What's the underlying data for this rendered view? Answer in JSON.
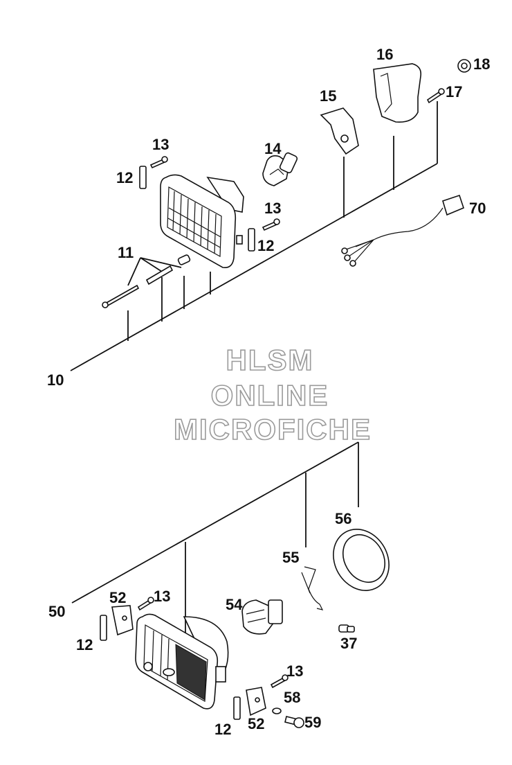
{
  "watermark": {
    "line1": "HLSM",
    "line2": "ONLINE",
    "line3": "MICROFICHE"
  },
  "labels": {
    "l10": "10",
    "l11": "11",
    "l12a": "12",
    "l12b": "12",
    "l13a": "13",
    "l13b": "13",
    "l14": "14",
    "l15": "15",
    "l16": "16",
    "l17": "17",
    "l18": "18",
    "l70": "70",
    "l50": "50",
    "l52a": "52",
    "l52b": "52",
    "l13c": "13",
    "l13d": "13",
    "l12c": "12",
    "l12d": "12",
    "l54": "54",
    "l55": "55",
    "l56": "56",
    "l37": "37",
    "l58": "58",
    "l59": "59"
  }
}
